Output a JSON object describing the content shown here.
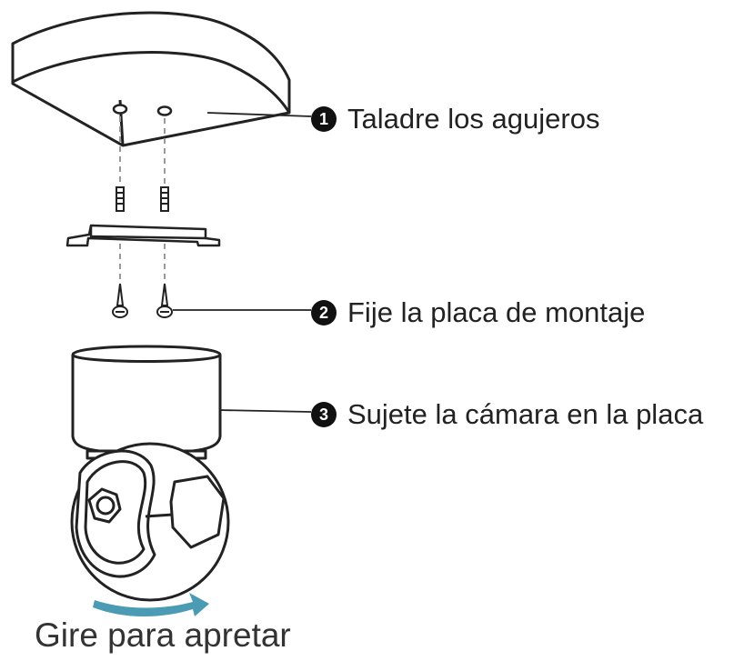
{
  "steps": [
    {
      "number": "1",
      "label": "Taladre los agujeros"
    },
    {
      "number": "2",
      "label": "Fije la placa de montaje"
    },
    {
      "number": "3",
      "label": "Sujete la cámara en la placa"
    }
  ],
  "caption": "Gire para apretar",
  "colors": {
    "rotation_arrow": "#4a9bb3",
    "line": "#222222"
  }
}
